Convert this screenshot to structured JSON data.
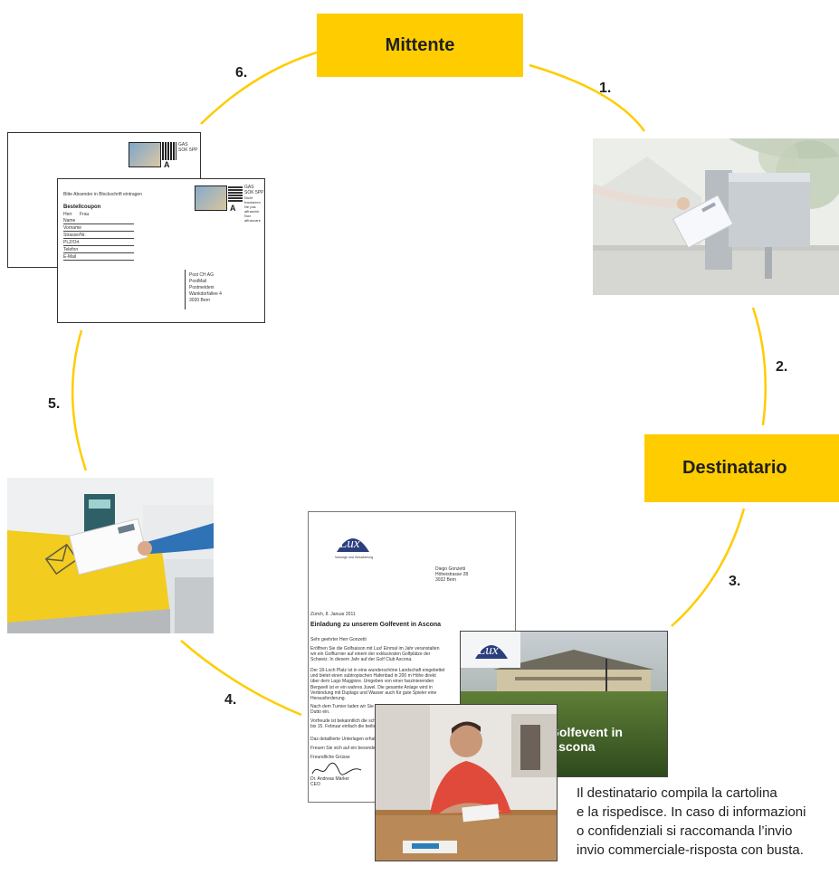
{
  "nodes": {
    "sender": "Mittente",
    "recipient": "Destinatario"
  },
  "steps": [
    "1.",
    "2.",
    "3.",
    "4.",
    "5.",
    "6."
  ],
  "colors": {
    "accent": "#ffcc00",
    "arc": "#ffcc00",
    "text": "#1f1f1f"
  },
  "caption": "Il destinatario compila la cartolina\ne la rispedisce. In caso di informazioni\no confidenziali si raccomanda l’invio\ninvio commerciale-risposta con busta.",
  "envelope_back": {
    "stamp_text": "GAS SOK 5PP",
    "stamp_letter": "A"
  },
  "envelope_front": {
    "note": "Bitte Absender in Blockschrift eintragen",
    "section_title": "Bestellcoupon",
    "options": [
      "Herr",
      "Frau"
    ],
    "fields": [
      "Name",
      "Vorname",
      "Strasse/Nr.",
      "PLZ/Ort",
      "Telefon",
      "E-Mail"
    ],
    "stamp_text": "GAS SOK 5PP",
    "stamp_letter": "A",
    "stamp_note": "Nicht frankieren Ne pas affranchir Non affrancare",
    "address": [
      "Post CH AG",
      "PostMail",
      "Postmeldeni",
      "Wankdorfallee 4",
      "3030 Bern"
    ]
  },
  "letter": {
    "logo": "Lux",
    "logo_sub": "Vorsorge und Versicherung",
    "recipient": [
      "Diego Gonzetti",
      "Höheistrasse 28",
      "3032 Bern"
    ],
    "date": "Zürich, 8. Januar 2011",
    "heading": "Einladung zu unserem Golfevent in Ascona",
    "salutation": "Sehr geehrter Herr Gonzetti",
    "paragraphs": [
      "Eröffnen Sie die Golfsaison mit Lux! Einmal im Jahr veranstalten wir ein Golfturnier auf einem der exklusivsten Golfplätze der Schweiz. In diesem Jahr auf der Golf Club Ascona.",
      "Der 18-Loch Platz ist in eine wunderschöne Landschaft eingebettet und bietet einen subtropischen Hafenbad in 200 m Höhe direkt über dem Lago Maggiore. Umgeben von einer faszinierenden Bergwelt ist er ein wahres Juwel. Die gesamte Anlage wird in Verbindung mit Duplags und Wasser auch für gute Spieler eine Herausforderung.",
      "Nach dem Turnier laden wir Sie gern noch ins Golfclub-Restaurant Dutto ein.",
      "Vorfreude ist bekanntlich die schönste Freude. Schicken Sie uns bis 15. Februar einfach die beiliegende Karte zurück.",
      "Das detaillierte Unterlagen erhalten Sie im Anschluss.",
      "Freuen Sie sich auf ein besonderes Erlebnis."
    ],
    "closing": "Freundliche Grüsse",
    "signer": "Dr. Andreas Märker",
    "signer_title": "CEO"
  },
  "postcard": {
    "logo": "Lux",
    "title": "Golfevent in Ascona"
  }
}
